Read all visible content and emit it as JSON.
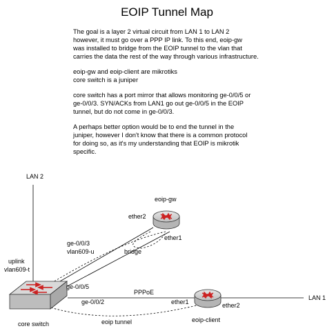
{
  "title": "EOIP Tunnel Map",
  "paragraphs": [
    "The goal is a layer 2 virtual circuit from LAN 1 to LAN 2\nhowever, it must go over a PPP IP link.  To this end, eoip-gw\nwas installed to bridge from the EOIP tunnel to the vlan that\ncarries the data the rest of the way through various infrastructure.",
    "eoip-gw and eoip-client are mikrotiks\ncore switch is a juniper",
    "core switch has a port mirror that allows monitoring ge-0/0/5 or\nge-0/0/3.  SYN/ACKs from LAN1 go out ge-0/0/5 in the EOIP\ntunnel, but do not come in ge-0/0/3.",
    "A perhaps better option would be to end the tunnel in the\njuniper, however I don't know that there is a common protocol\nfor doing so, as it's my understanding that EOIP is mikrotik\nspecific."
  ],
  "labels": {
    "lan2": "LAN 2",
    "lan1": "LAN 1",
    "eoip_gw": "eoip-gw",
    "gw_ether2": "ether2",
    "gw_ether1": "ether1",
    "bridge": "bridge",
    "ge003": "ge-0/0/3",
    "vlan609u": "vlan609-u",
    "uplink": "uplink",
    "vlan609t": "vlan609-t",
    "ge005": "ge-0/0/5",
    "ge002": "ge-0/0/2",
    "pppoe": "PPPoE",
    "client_ether1": "ether1",
    "client_ether2": "ether2",
    "core_switch": "core switch",
    "eoip_client": "eoip-client",
    "eoip_tunnel": "eoip tunnel"
  },
  "icons": {
    "router": "router-icon",
    "switch": "switch-icon"
  },
  "colors": {
    "device_fill": "#cfcfcf",
    "arrow_red": "#cc2222"
  }
}
